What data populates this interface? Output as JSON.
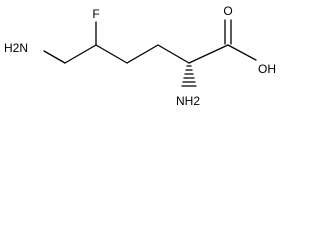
{
  "molecule": {
    "atoms": {
      "fluorine": "F",
      "amine_terminal": "H2N",
      "amine_alpha": "NH2",
      "carbonyl_oxygen": "O",
      "hydroxyl": "OH"
    },
    "stereo": {
      "alpha_carbon_wedge": "hashed"
    }
  }
}
